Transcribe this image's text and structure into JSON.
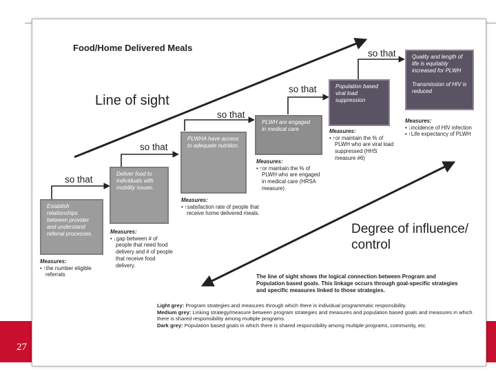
{
  "slide": {
    "number": "27",
    "colors": {
      "band": "#c8102e",
      "light_grey": "#9c9c9c",
      "medium_grey": "#8e8e8e",
      "dark_grey": "#5a5363"
    }
  },
  "diagram": {
    "title": "Food/Home Delivered Meals",
    "line_of_sight_label": "Line of sight",
    "so_that": [
      "so that",
      "so that",
      "so that",
      "so that",
      "so that"
    ],
    "boxes": [
      {
        "text": "Establish relationships between provider and understand referral processes."
      },
      {
        "text": "Deliver food to individuals with mobility issues."
      },
      {
        "text": "PLWHA have access to adequate nutrition."
      },
      {
        "text": "PLWH are engaged in medical care"
      },
      {
        "text": "Population based viral load suppression"
      },
      {
        "text": "Quality and length of life is equitably increased for PLWH",
        "text2": "Transmission of HIV is reduced"
      }
    ],
    "measures": [
      {
        "title": "Measures:",
        "items": [
          "• ↑the number eligible referrals"
        ]
      },
      {
        "title": "Measures:",
        "items": [
          "• ↓gap between # of people that need food delivery and # of people that receive food delivery."
        ]
      },
      {
        "title": "Measures:",
        "items": [
          "• ↑satisfaction rate of people that receive home delivered meals."
        ]
      },
      {
        "title": "Measures:",
        "items": [
          "• ↑or maintain the % of PLWH who are engaged in medical care (HRSA measure)"
        ]
      },
      {
        "title": "Measures:",
        "items": [
          "• ↑or maintain the % of PLWH who are viral load suppressed (HHS measure #6)"
        ]
      },
      {
        "title": "Measures:",
        "items": [
          "• ↓incidence of HIV infection",
          "• ↑Life expectancy of PLWH"
        ]
      }
    ],
    "degree_label": [
      "Degree of influence/",
      "control"
    ],
    "connection_note": "The line of sight shows the logical connection between Program and Population based goals. This linkage occurs through goal-specific strategies and specific measures linked to those strategies.",
    "legend": [
      {
        "term": "Light grey:",
        "text": " Program strategies and measures through which there is individual programmatic responsibility."
      },
      {
        "term": "Medium grey:",
        "text": " Linking strategy/measure between program strategies and measures and population based goals and measures in which there is shared responsibility among multiple programs."
      },
      {
        "term": "Dark grey:",
        "text": " Population based goals in which there is shared responsibility among multiple programs, community, etc."
      }
    ]
  }
}
